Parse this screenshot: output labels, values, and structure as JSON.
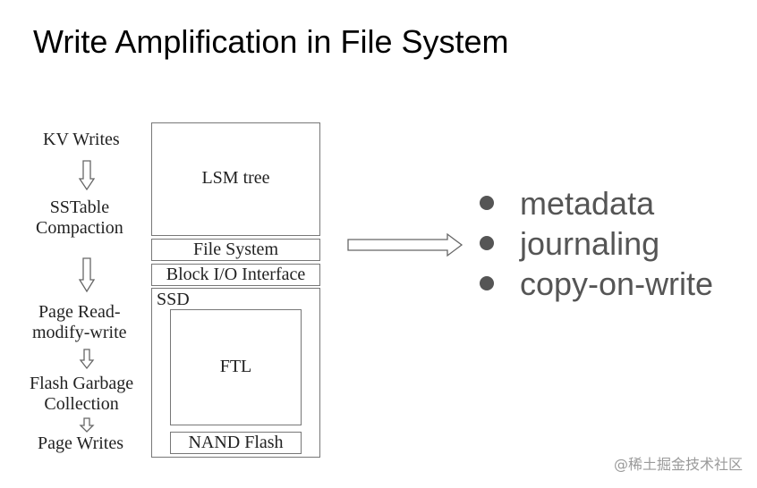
{
  "title": "Write Amplification in File System",
  "stages": [
    "KV Writes",
    "SSTable\nCompaction",
    "Page Read-\nmodify-write",
    "Flash Garbage\nCollection",
    "Page Writes"
  ],
  "stack": {
    "lsm_tree": "LSM tree",
    "file_system": "File System",
    "block_io": "Block I/O Interface",
    "ssd": "SSD",
    "ftl": "FTL",
    "nand_flash": "NAND Flash"
  },
  "bullets": [
    "metadata",
    "journaling",
    "copy-on-write"
  ],
  "watermark": "@稀土掘金技术社区"
}
